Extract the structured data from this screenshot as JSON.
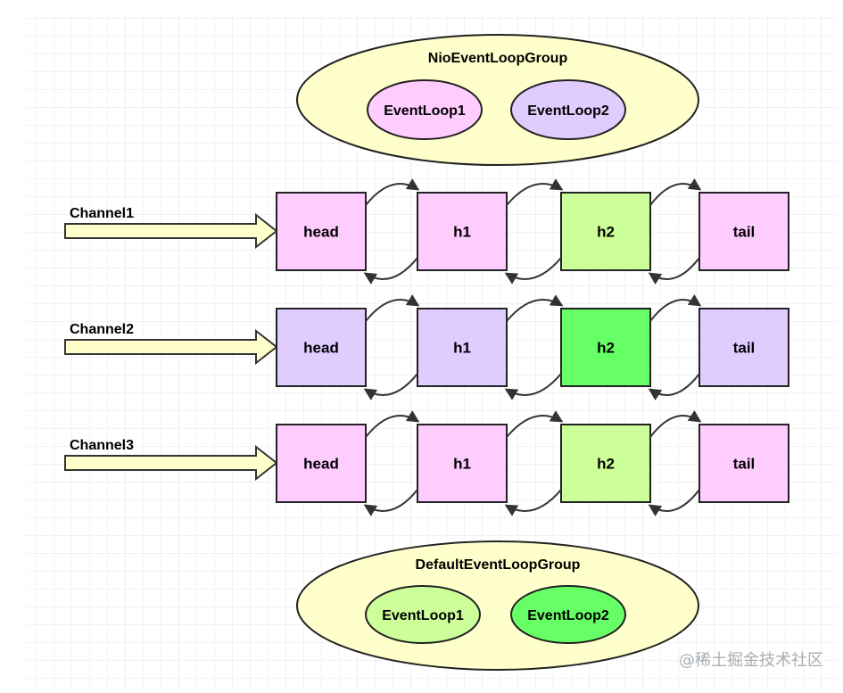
{
  "top_group": {
    "label": "NioEventLoopGroup",
    "loops": [
      {
        "label": "EventLoop1",
        "color": "#ffccff"
      },
      {
        "label": "EventLoop2",
        "color": "#e0ccff"
      }
    ],
    "fill": "#ffffcc"
  },
  "channels": [
    {
      "label": "Channel1",
      "handlers": [
        {
          "label": "head",
          "color": "#ffccff"
        },
        {
          "label": "h1",
          "color": "#ffccff"
        },
        {
          "label": "h2",
          "color": "#ccff99"
        },
        {
          "label": "tail",
          "color": "#ffccff"
        }
      ]
    },
    {
      "label": "Channel2",
      "handlers": [
        {
          "label": "head",
          "color": "#e0ccff"
        },
        {
          "label": "h1",
          "color": "#e0ccff"
        },
        {
          "label": "h2",
          "color": "#66ff66"
        },
        {
          "label": "tail",
          "color": "#e0ccff"
        }
      ]
    },
    {
      "label": "Channel3",
      "handlers": [
        {
          "label": "head",
          "color": "#ffccff"
        },
        {
          "label": "h1",
          "color": "#ffccff"
        },
        {
          "label": "h2",
          "color": "#ccff99"
        },
        {
          "label": "tail",
          "color": "#ffccff"
        }
      ]
    }
  ],
  "bottom_group": {
    "label": "DefaultEventLoopGroup",
    "loops": [
      {
        "label": "EventLoop1",
        "color": "#ccff99"
      },
      {
        "label": "EventLoop2",
        "color": "#66ff66"
      }
    ],
    "fill": "#ffffcc"
  },
  "arrow_fill": "#ffffcc",
  "watermark": "@稀土掘金技术社区"
}
